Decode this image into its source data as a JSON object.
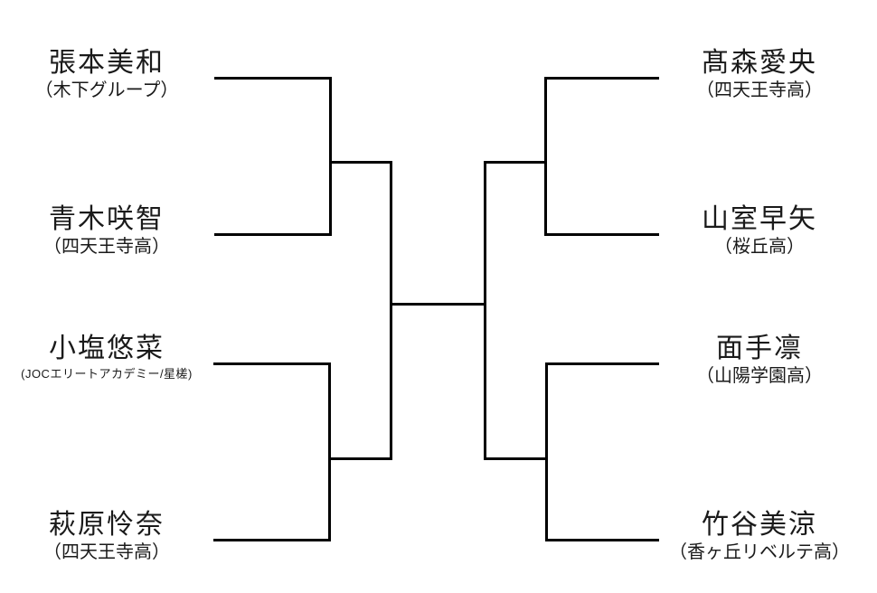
{
  "bracket": {
    "type": "single-elimination-tournament",
    "rounds": 3,
    "line_color": "#000000",
    "left": [
      {
        "name": "張本美和",
        "affiliation": "（木下グループ）"
      },
      {
        "name": "青木咲智",
        "affiliation": "（四天王寺高）"
      },
      {
        "name": "小塩悠菜",
        "affiliation": "(JOCエリートアカデミー/星槎)"
      },
      {
        "name": "萩原怜奈",
        "affiliation": "（四天王寺高）"
      }
    ],
    "right": [
      {
        "name": "髙森愛央",
        "affiliation": "（四天王寺高）"
      },
      {
        "name": "山室早矢",
        "affiliation": "（桜丘高）"
      },
      {
        "name": "面手凛",
        "affiliation": "（山陽学園高）"
      },
      {
        "name": "竹谷美涼",
        "affiliation": "（香ヶ丘リベルテ高）"
      }
    ]
  }
}
